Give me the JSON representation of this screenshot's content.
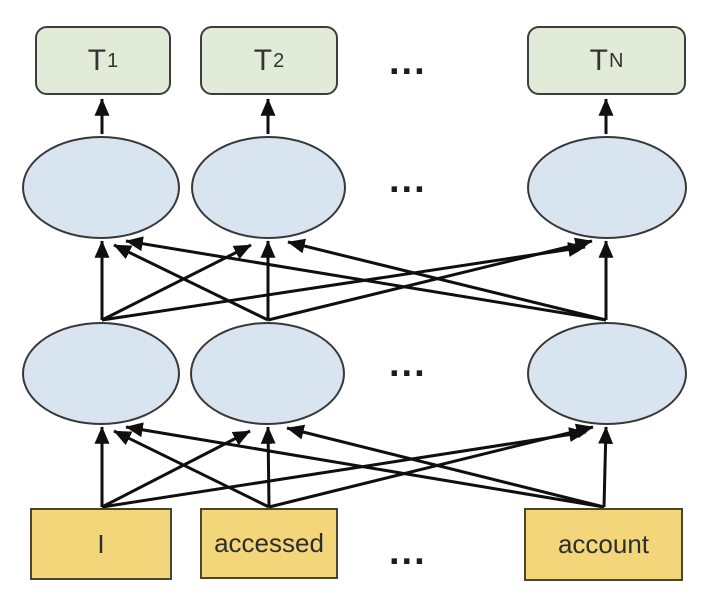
{
  "diagram": {
    "output_nodes": [
      {
        "base": "T",
        "sub": "1"
      },
      {
        "base": "T",
        "sub": "2"
      },
      {
        "base": "T",
        "sub": "N"
      }
    ],
    "input_tokens": [
      "I",
      "accessed",
      "account"
    ],
    "ellipsis": "...",
    "structure": {
      "hidden_rows": 2,
      "edges": {
        "input_to_hidden1": "fully-connected",
        "hidden1_to_hidden2": "fully-connected",
        "hidden2_to_output": "one-to-one"
      }
    },
    "colors": {
      "output_fill": "#e2ebd7",
      "output_border": "#3d3d3d",
      "hidden_fill": "#d9e4f1",
      "hidden_border": "#383838",
      "input_fill": "#f3d67a",
      "input_border": "#4a4435",
      "edge": "#0f0f0f"
    }
  }
}
